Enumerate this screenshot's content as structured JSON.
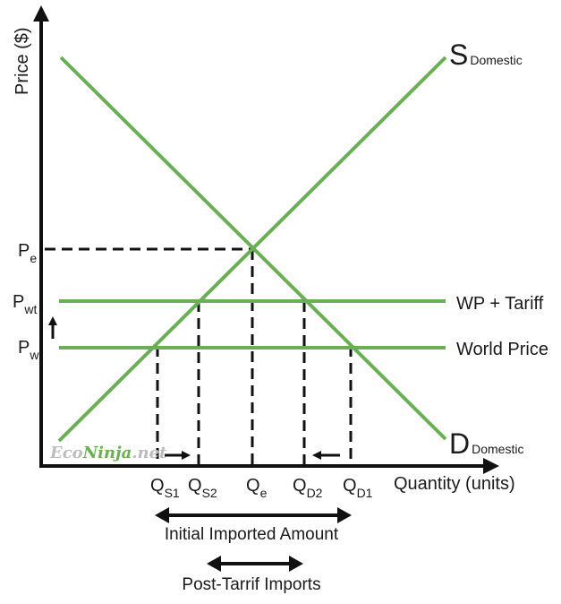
{
  "colors": {
    "curve": "#6aaf55",
    "axis": "#111111",
    "dash": "#111111",
    "logo_main": "#bdbdbd",
    "logo_accent": "#6aaf55"
  },
  "axes": {
    "y_label": "Price ($)",
    "x_label": "Quantity (units)"
  },
  "curves": {
    "supply": {
      "main": "S",
      "sub": "Domestic"
    },
    "demand": {
      "main": "D",
      "sub": "Domestic"
    },
    "wp_tariff": "WP + Tariff",
    "world_price": "World Price"
  },
  "price_ticks": {
    "pe": {
      "main": "P",
      "sub": "e"
    },
    "pwt": {
      "main": "P",
      "sub": "wt"
    },
    "pw": {
      "main": "P",
      "sub": "w"
    }
  },
  "quantity_ticks": {
    "qs1": {
      "main": "Q",
      "sub": "S1"
    },
    "qs2": {
      "main": "Q",
      "sub": "S2"
    },
    "qe": {
      "main": "Q",
      "sub": "e"
    },
    "qd2": {
      "main": "Q",
      "sub": "D2"
    },
    "qd1": {
      "main": "Q",
      "sub": "D1"
    }
  },
  "annotations": {
    "initial_imports": "Initial Imported Amount",
    "post_tariff_imports": "Post-Tarrif Imports"
  },
  "watermark": {
    "part1": "Eco",
    "part2": "Ninja",
    "part3": ".net"
  }
}
